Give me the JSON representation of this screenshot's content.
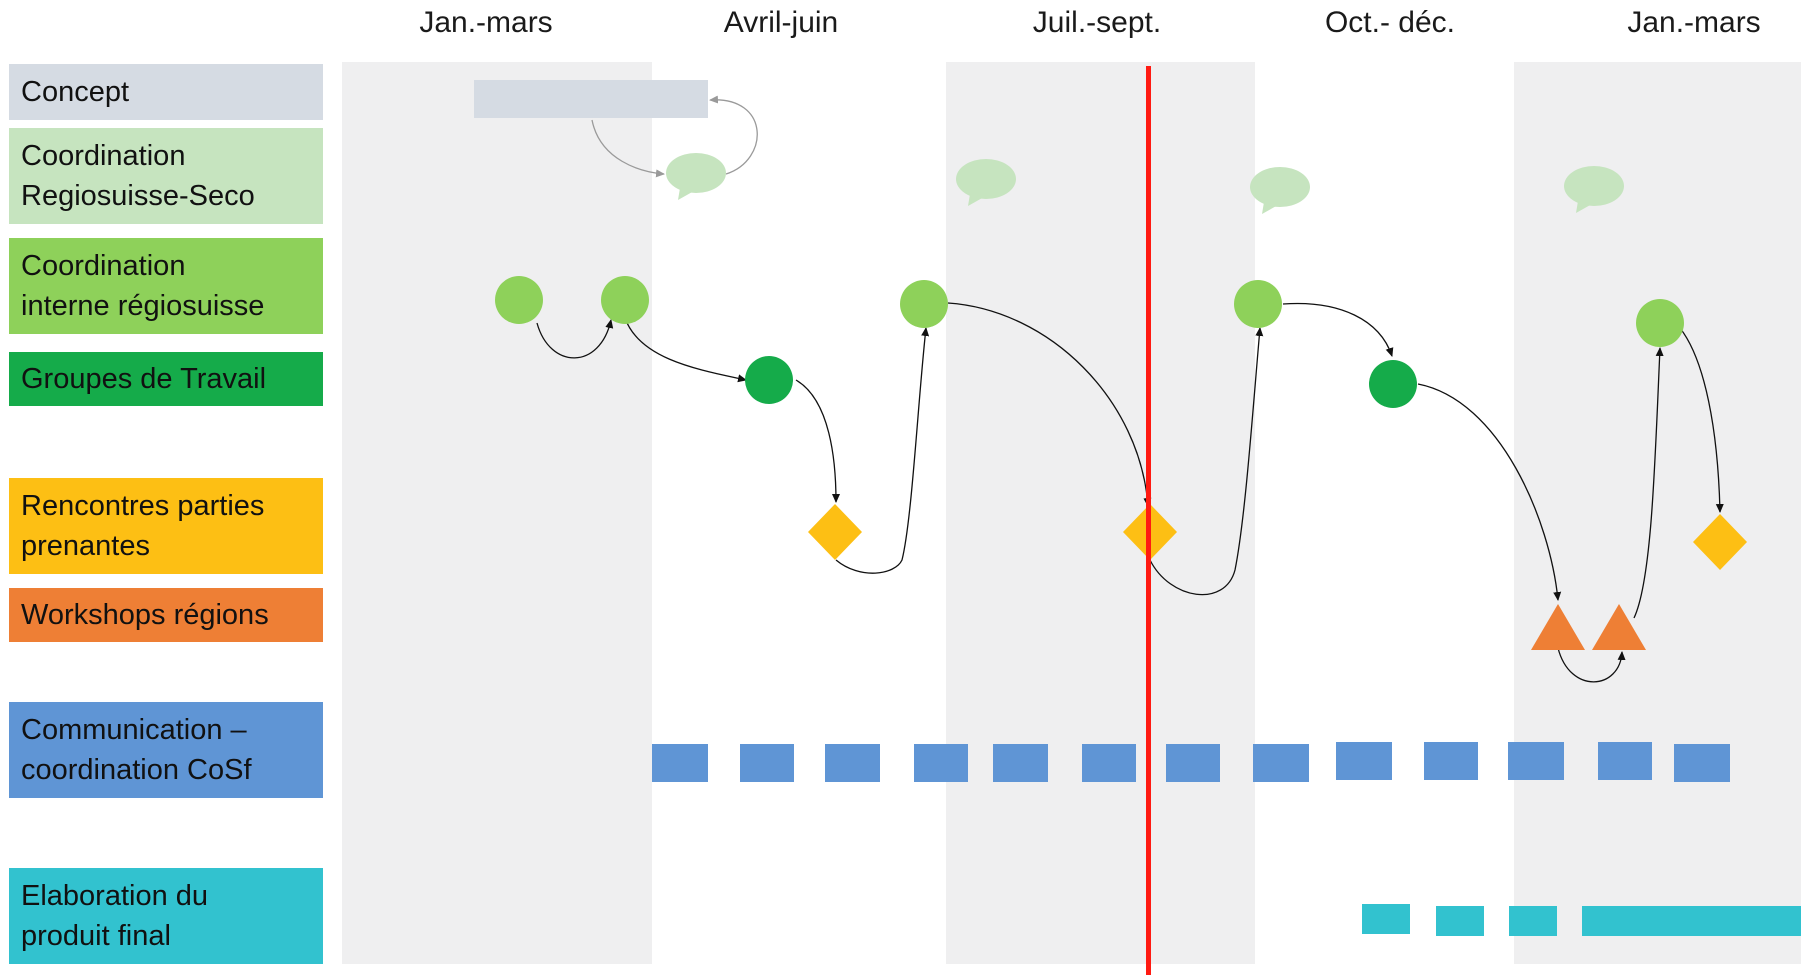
{
  "periods": [
    "Jan.-mars",
    "Avril-juin",
    "Juil.-sept.",
    "Oct.- déc.",
    "Jan.-mars"
  ],
  "rows": [
    {
      "label": "Concept",
      "color": "#d5dbe3"
    },
    {
      "label": "Coordination\nRegiosuisse-Seco",
      "color": "#c6e4bf"
    },
    {
      "label": "Coordination\ninterne régiosuisse",
      "color": "#8ed15a"
    },
    {
      "label": "Groupes de Travail",
      "color": "#15ab4a"
    },
    {
      "label": "Rencontres parties\nprenantes",
      "color": "#fdbf14"
    },
    {
      "label": "Workshops régions",
      "color": "#ee7f35"
    },
    {
      "label": "Communication –\ncoordination CoSf",
      "color": "#5f95d5"
    },
    {
      "label": "Elaboration du\nproduit final",
      "color": "#32c2cf"
    }
  ],
  "colors": {
    "band": "#efeff0",
    "today_line": "#ff1a12",
    "concept_bar": "#d5dbe3",
    "bubble": "#c6e4bf",
    "coord_interne": "#8ed15a",
    "groupes": "#15ab4a",
    "rencontres": "#fdbf14",
    "workshops": "#ee7f35",
    "communication": "#5f95d5",
    "elaboration": "#32c2cf"
  },
  "icons": [
    "speech-bubble-icon",
    "circle-marker-icon",
    "diamond-marker-icon",
    "triangle-marker-icon",
    "dash-segment-icon",
    "arrow-connector-icon"
  ]
}
